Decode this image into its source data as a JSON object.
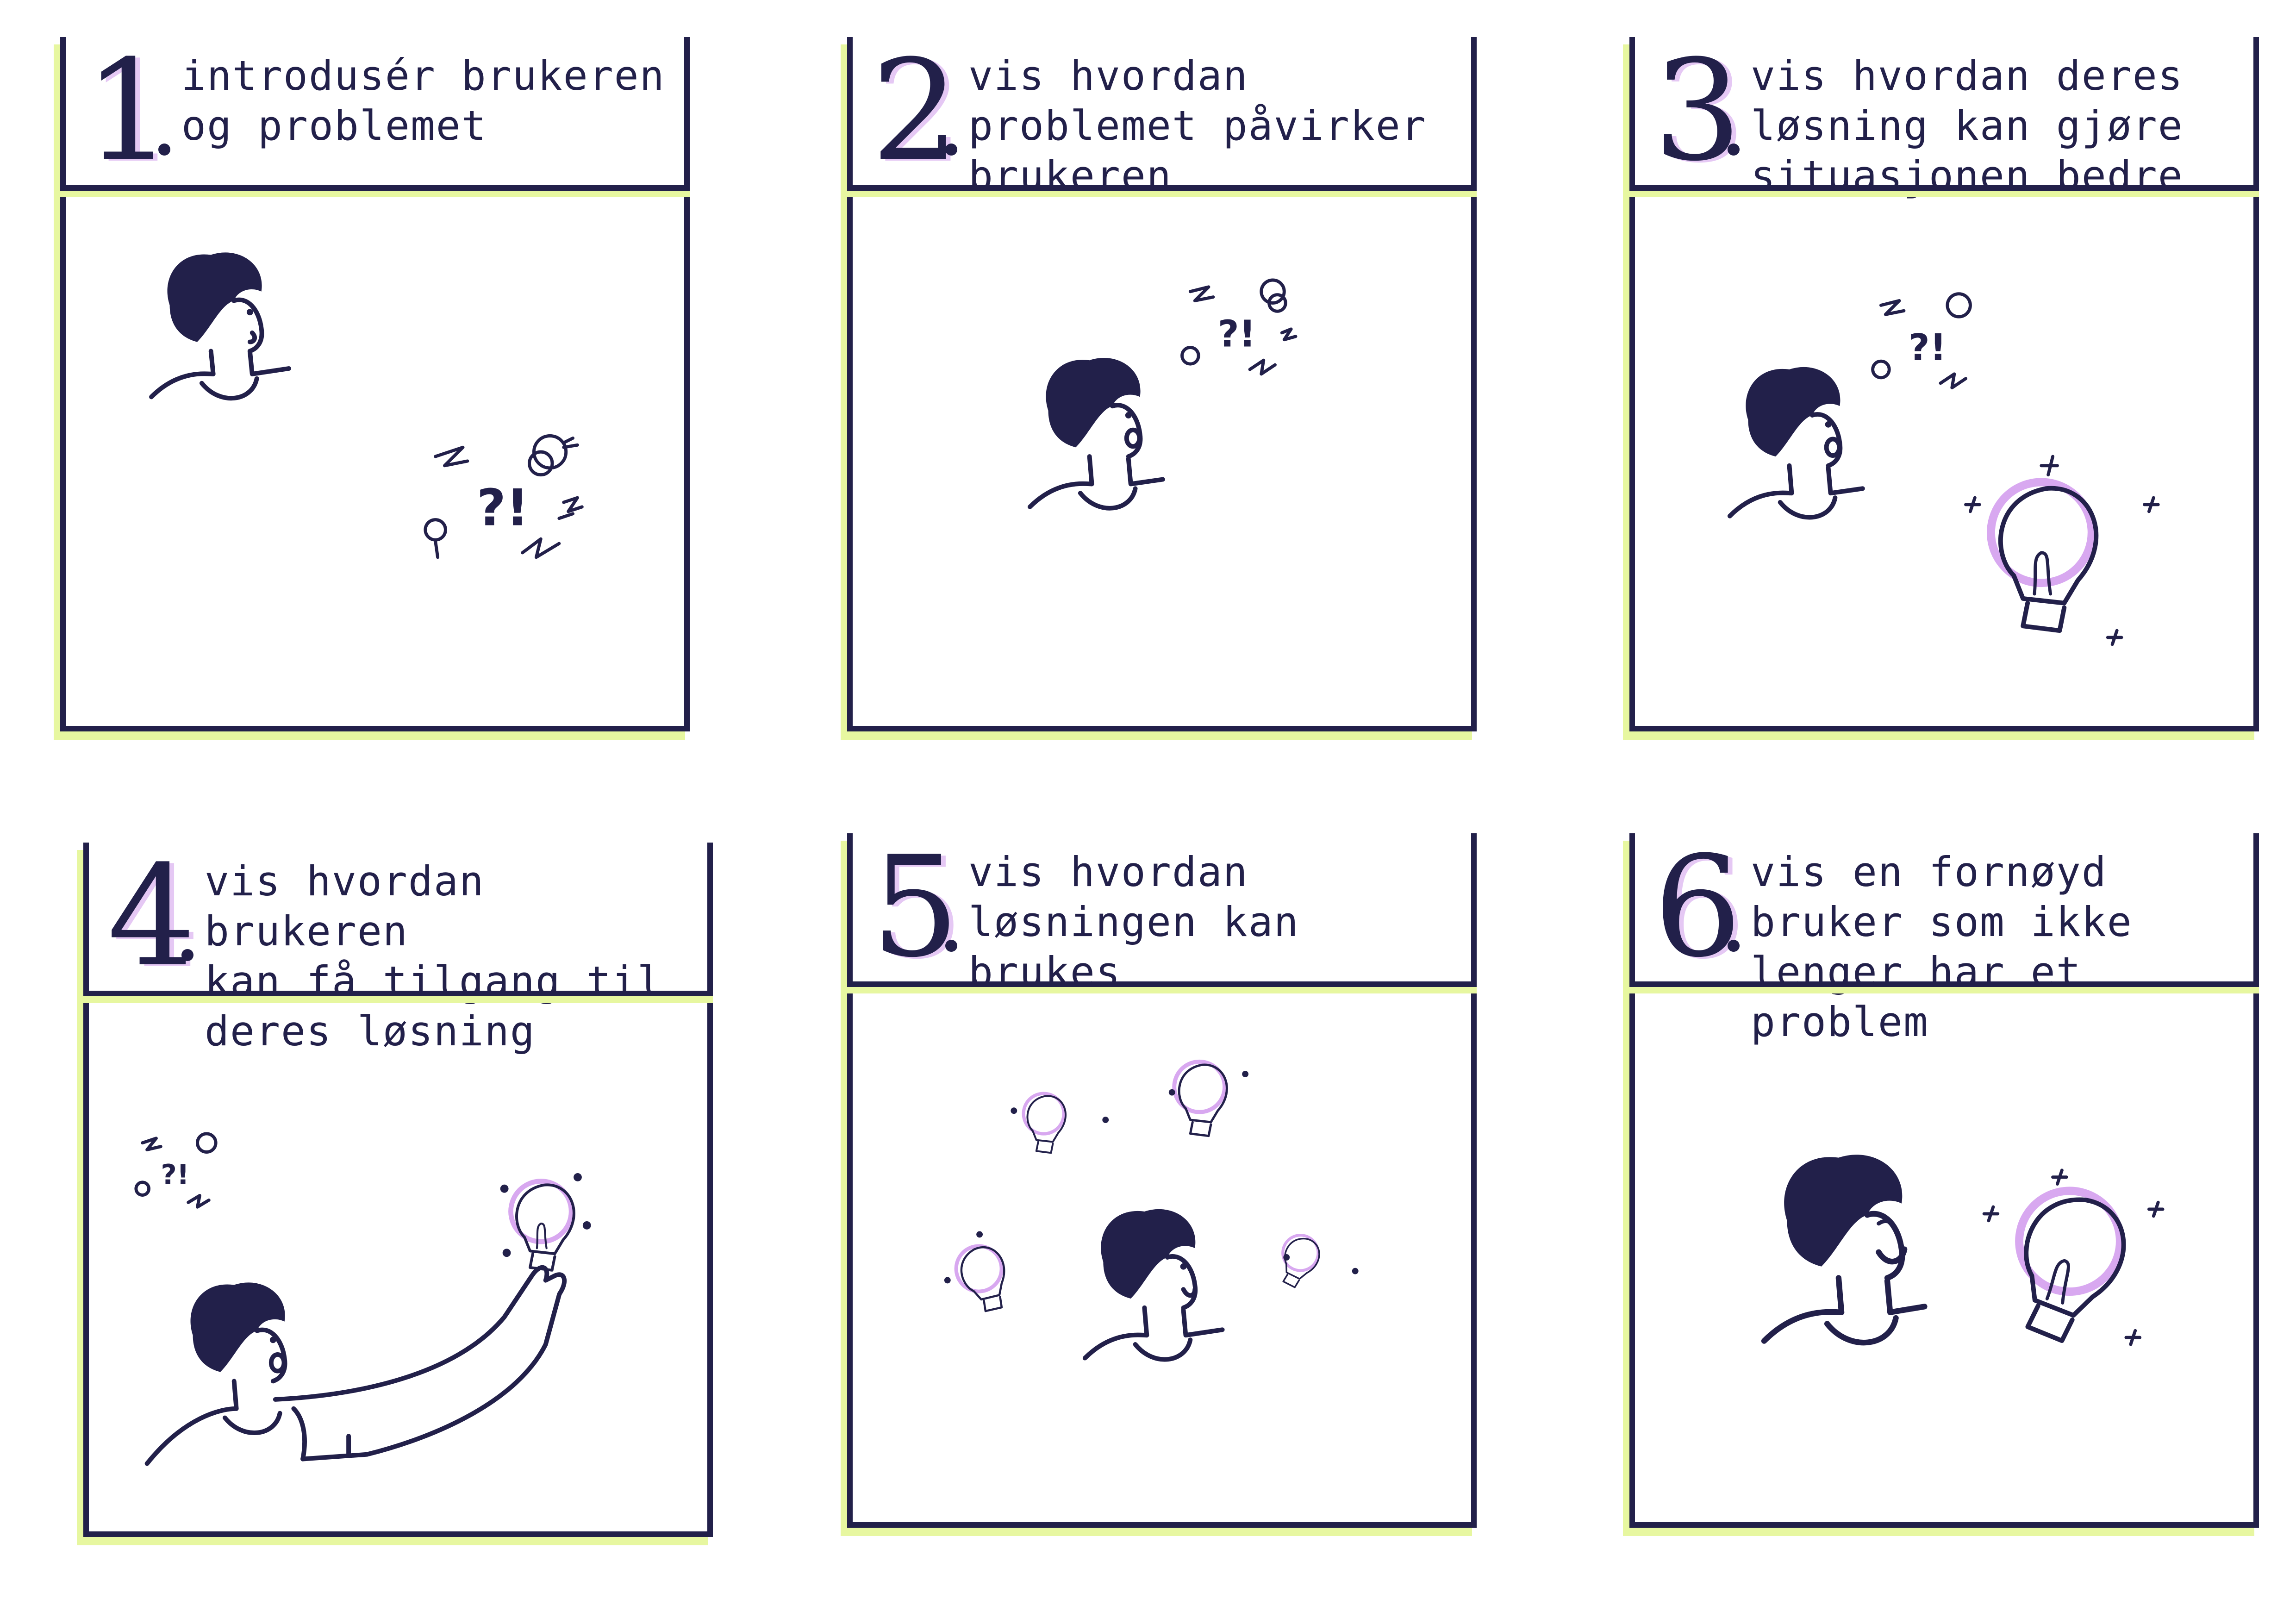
{
  "storyboard": {
    "panels": [
      {
        "number": "1",
        "caption": "introdusér brukeren\nog problemet"
      },
      {
        "number": "2",
        "caption": "vis hvordan\nproblemet påvirker\nbrukeren"
      },
      {
        "number": "3",
        "caption": "vis hvordan deres\nløsning kan gjøre\nsituasjonen bedre"
      },
      {
        "number": "4",
        "caption": "vis hvordan brukeren\nkan få tilgang til\nderes løsning"
      },
      {
        "number": "5",
        "caption": "vis hvordan\nløsningen kan\nbrukes"
      },
      {
        "number": "6",
        "caption": "vis en fornøyd\nbruker som ikke\nlenger har et\nproblem"
      }
    ],
    "problem_mark": "?!",
    "colors": {
      "ink": "#22204a",
      "highlight": "#e7f7a0",
      "accent": "#d8a8f0"
    },
    "icons": [
      "person-icon",
      "problem-scribble-icon",
      "lightbulb-icon",
      "sparkle-icon",
      "pointing-hand-icon"
    ]
  }
}
